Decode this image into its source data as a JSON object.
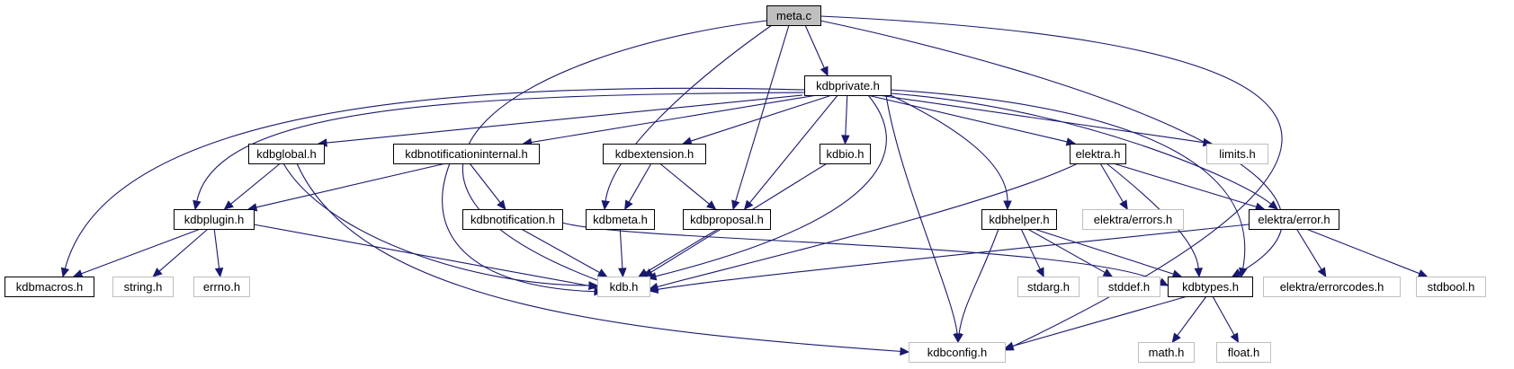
{
  "colors": {
    "edge": "#191970",
    "root_fill": "#bfbfbf",
    "documented_border": "#000000",
    "undocumented_border": "#bfbfbf",
    "node_fill": "#ffffff"
  },
  "nodes": [
    {
      "id": "meta_c",
      "label": "meta.c",
      "kind": "root"
    },
    {
      "id": "kdbprivate_h",
      "label": "kdbprivate.h",
      "kind": "documented"
    },
    {
      "id": "kdbglobal_h",
      "label": "kdbglobal.h",
      "kind": "documented"
    },
    {
      "id": "kdbnotificationinternal_h",
      "label": "kdbnotificationinternal.h",
      "kind": "documented"
    },
    {
      "id": "kdbextension_h",
      "label": "kdbextension.h",
      "kind": "documented"
    },
    {
      "id": "kdbio_h",
      "label": "kdbio.h",
      "kind": "documented"
    },
    {
      "id": "elektra_h",
      "label": "elektra.h",
      "kind": "documented"
    },
    {
      "id": "limits_h",
      "label": "limits.h",
      "kind": "external"
    },
    {
      "id": "kdbplugin_h",
      "label": "kdbplugin.h",
      "kind": "documented"
    },
    {
      "id": "kdbnotification_h",
      "label": "kdbnotification.h",
      "kind": "documented"
    },
    {
      "id": "kdbmeta_h",
      "label": "kdbmeta.h",
      "kind": "documented"
    },
    {
      "id": "kdbproposal_h",
      "label": "kdbproposal.h",
      "kind": "documented"
    },
    {
      "id": "kdbhelper_h",
      "label": "kdbhelper.h",
      "kind": "documented"
    },
    {
      "id": "elektra_errors_h",
      "label": "elektra/errors.h",
      "kind": "external"
    },
    {
      "id": "elektra_error_h",
      "label": "elektra/error.h",
      "kind": "documented"
    },
    {
      "id": "kdbmacros_h",
      "label": "kdbmacros.h",
      "kind": "documented"
    },
    {
      "id": "string_h",
      "label": "string.h",
      "kind": "external"
    },
    {
      "id": "errno_h",
      "label": "errno.h",
      "kind": "external"
    },
    {
      "id": "kdb_h",
      "label": "kdb.h",
      "kind": "external"
    },
    {
      "id": "stdarg_h",
      "label": "stdarg.h",
      "kind": "external"
    },
    {
      "id": "stddef_h",
      "label": "stddef.h",
      "kind": "external"
    },
    {
      "id": "kdbtypes_h",
      "label": "kdbtypes.h",
      "kind": "documented"
    },
    {
      "id": "elektra_errorcodes_h",
      "label": "elektra/errorcodes.h",
      "kind": "external"
    },
    {
      "id": "stdbool_h",
      "label": "stdbool.h",
      "kind": "external"
    },
    {
      "id": "kdbconfig_h",
      "label": "kdbconfig.h",
      "kind": "external"
    },
    {
      "id": "math_h",
      "label": "math.h",
      "kind": "external"
    },
    {
      "id": "float_h",
      "label": "float.h",
      "kind": "external"
    }
  ],
  "edges": [
    [
      "meta_c",
      "kdbprivate_h"
    ],
    [
      "meta_c",
      "kdb_h"
    ],
    [
      "meta_c",
      "kdbmeta_h"
    ],
    [
      "meta_c",
      "kdbproposal_h"
    ],
    [
      "meta_c",
      "kdbtypes_h"
    ],
    [
      "meta_c",
      "kdbconfig_h"
    ],
    [
      "kdbprivate_h",
      "kdbglobal_h"
    ],
    [
      "kdbprivate_h",
      "kdbnotificationinternal_h"
    ],
    [
      "kdbprivate_h",
      "kdbextension_h"
    ],
    [
      "kdbprivate_h",
      "kdbio_h"
    ],
    [
      "kdbprivate_h",
      "elektra_h"
    ],
    [
      "kdbprivate_h",
      "limits_h"
    ],
    [
      "kdbprivate_h",
      "kdbplugin_h"
    ],
    [
      "kdbprivate_h",
      "kdbmacros_h"
    ],
    [
      "kdbprivate_h",
      "kdbproposal_h"
    ],
    [
      "kdbprivate_h",
      "kdbhelper_h"
    ],
    [
      "kdbprivate_h",
      "elektra_error_h"
    ],
    [
      "kdbprivate_h",
      "kdbtypes_h"
    ],
    [
      "kdbprivate_h",
      "kdb_h"
    ],
    [
      "kdbprivate_h",
      "kdbconfig_h"
    ],
    [
      "kdbglobal_h",
      "kdbplugin_h"
    ],
    [
      "kdbglobal_h",
      "kdb_h"
    ],
    [
      "kdbglobal_h",
      "kdbconfig_h"
    ],
    [
      "kdbnotificationinternal_h",
      "kdbplugin_h"
    ],
    [
      "kdbnotificationinternal_h",
      "kdbnotification_h"
    ],
    [
      "kdbnotificationinternal_h",
      "kdb_h"
    ],
    [
      "kdbextension_h",
      "kdbmeta_h"
    ],
    [
      "kdbextension_h",
      "kdbproposal_h"
    ],
    [
      "kdbio_h",
      "kdb_h"
    ],
    [
      "elektra_h",
      "kdb_h"
    ],
    [
      "elektra_h",
      "elektra_errors_h"
    ],
    [
      "elektra_h",
      "elektra_error_h"
    ],
    [
      "elektra_h",
      "kdbtypes_h"
    ],
    [
      "kdbplugin_h",
      "kdbmacros_h"
    ],
    [
      "kdbplugin_h",
      "string_h"
    ],
    [
      "kdbplugin_h",
      "errno_h"
    ],
    [
      "kdbplugin_h",
      "kdb_h"
    ],
    [
      "kdbnotification_h",
      "kdb_h"
    ],
    [
      "kdbnotification_h",
      "kdbtypes_h"
    ],
    [
      "kdbmeta_h",
      "kdb_h"
    ],
    [
      "kdbproposal_h",
      "kdb_h"
    ],
    [
      "kdbhelper_h",
      "stdarg_h"
    ],
    [
      "kdbhelper_h",
      "stddef_h"
    ],
    [
      "kdbhelper_h",
      "kdbtypes_h"
    ],
    [
      "kdbhelper_h",
      "kdbconfig_h"
    ],
    [
      "elektra_error_h",
      "kdb_h"
    ],
    [
      "elektra_error_h",
      "elektra_errorcodes_h"
    ],
    [
      "elektra_error_h",
      "stdbool_h"
    ],
    [
      "kdbtypes_h",
      "kdbconfig_h"
    ],
    [
      "kdbtypes_h",
      "math_h"
    ],
    [
      "kdbtypes_h",
      "float_h"
    ]
  ]
}
